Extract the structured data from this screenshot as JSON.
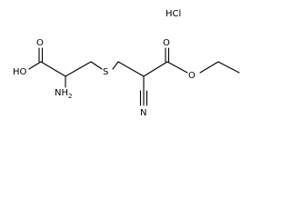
{
  "molecule": {
    "salt": "HCl",
    "atoms": {
      "carboxyl_oh": "HO",
      "carbonyl_o_left": "O",
      "amine": "NH",
      "amine_subscript": "2",
      "sulfur": "S",
      "carbonyl_o_right": "O",
      "ester_o": "O",
      "nitrile_n": "N"
    }
  }
}
